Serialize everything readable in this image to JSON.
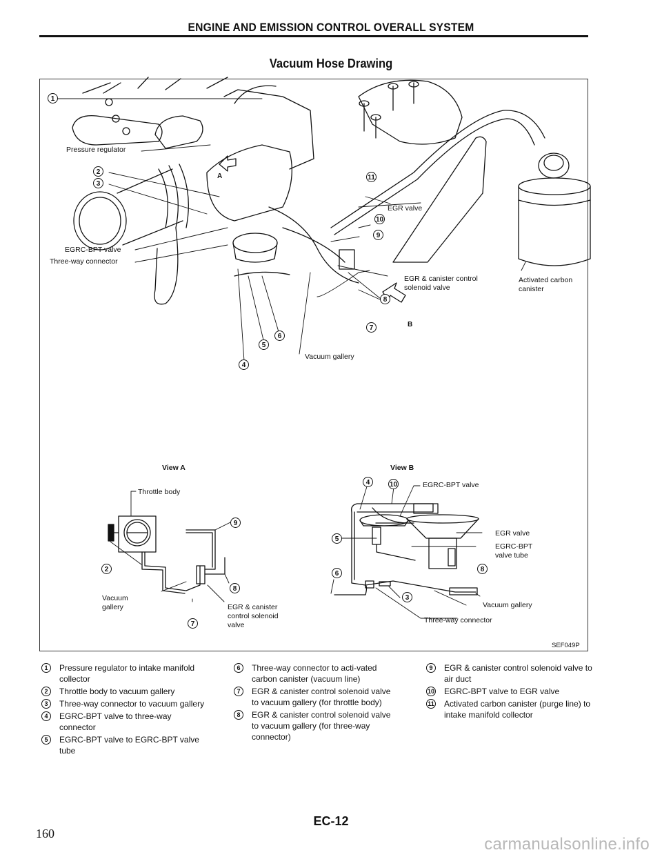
{
  "header": {
    "title": "ENGINE AND EMISSION CONTROL OVERALL SYSTEM",
    "section_title": "Vacuum Hose Drawing"
  },
  "figure": {
    "id": "SEF049P",
    "main_view": {
      "labels": {
        "pressure_regulator": "Pressure regulator",
        "egrc_bpt_valve": "EGRC-BPT valve",
        "three_way_connector": "Three-way connector",
        "egr_valve": "EGR valve",
        "egr_canister_solenoid_line1": "EGR & canister control",
        "egr_canister_solenoid_line2": "solenoid valve",
        "activated_carbon_canister_line1": "Activated carbon",
        "activated_carbon_canister_line2": "canister",
        "vacuum_gallery": "Vacuum gallery",
        "view_a_marker": "A",
        "view_b_marker": "B"
      },
      "callouts": [
        "1",
        "2",
        "3",
        "4",
        "5",
        "6",
        "7",
        "8",
        "9",
        "10",
        "11"
      ]
    },
    "view_a": {
      "title": "View A",
      "labels": {
        "throttle_body": "Throttle body",
        "vacuum_gallery_line1": "Vacuum",
        "vacuum_gallery_line2": "gallery",
        "solenoid_line1": "EGR & canister",
        "solenoid_line2": "control solenoid",
        "solenoid_line3": "valve"
      },
      "callouts": [
        "2",
        "7",
        "8",
        "9"
      ]
    },
    "view_b": {
      "title": "View B",
      "labels": {
        "egrc_bpt_valve": "EGRC-BPT valve",
        "egr_valve": "EGR valve",
        "egrc_bpt_tube_line1": "EGRC-BPT",
        "egrc_bpt_tube_line2": "valve tube",
        "vacuum_gallery": "Vacuum gallery",
        "three_way_connector": "Three-way connector"
      },
      "callouts": [
        "3",
        "4",
        "5",
        "6",
        "8",
        "10"
      ]
    }
  },
  "legend": {
    "columns": [
      [
        {
          "num": "1",
          "text": "Pressure regulator to intake manifold collector"
        },
        {
          "num": "2",
          "text": "Throttle body to vacuum gallery"
        },
        {
          "num": "3",
          "text": "Three-way connector to vacuum gallery"
        },
        {
          "num": "4",
          "text": "EGRC-BPT valve to three-way connector"
        },
        {
          "num": "5",
          "text": "EGRC-BPT valve to EGRC-BPT valve tube"
        }
      ],
      [
        {
          "num": "6",
          "text": "Three-way connector to acti-vated carbon canister (vacuum line)"
        },
        {
          "num": "7",
          "text": "EGR & canister control solenoid valve to vacuum gallery (for throttle body)"
        },
        {
          "num": "8",
          "text": "EGR & canister control solenoid valve to vacuum gallery (for three-way connector)"
        }
      ],
      [
        {
          "num": "9",
          "text": "EGR & canister control solenoid valve to air duct"
        },
        {
          "num": "10",
          "text": "EGRC-BPT valve to EGR valve"
        },
        {
          "num": "11",
          "text": "Activated carbon canister (purge line) to intake manifold collector"
        }
      ]
    ]
  },
  "footer": {
    "page_number": "160",
    "section_code": "EC-12",
    "watermark": "carmanualsonline.info"
  }
}
